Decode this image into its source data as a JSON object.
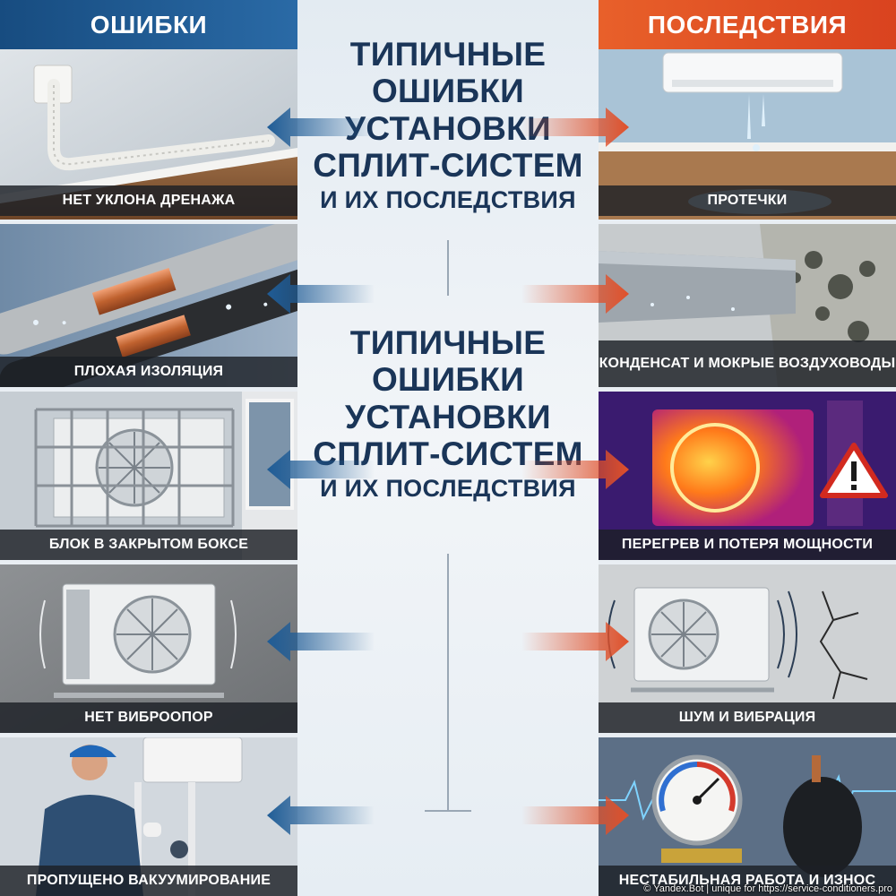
{
  "headers": {
    "left": "ОШИБКИ",
    "right": "ПОСЛЕДСТВИЯ"
  },
  "title_top": {
    "line1": "ТИПИЧНЫЕ",
    "line2": "ОШИБКИ",
    "line3": "УСТАНОВКИ",
    "line4": "СПЛИТ-СИСТЕМ",
    "line5": "И ИХ ПОСЛЕДСТВИЯ"
  },
  "title_middle": {
    "line1": "ТИПИЧНЫЕ",
    "line2": "ОШИБКИ",
    "line3": "УСТАНОВКИ",
    "line4": "СПЛИТ-СИСТЕМ",
    "line5": "И ИХ ПОСЛЕДСТВИЯ"
  },
  "errors": [
    "НЕТ УКЛОНА ДРЕНАЖА",
    "ПЛОХАЯ ИЗОЛЯЦИЯ",
    "БЛОК В ЗАКРЫТОМ БОКСЕ",
    "НЕТ ВИБРООПОР",
    "ПРОПУЩЕНО ВАКУУМИРОВАНИЕ"
  ],
  "consequences": [
    "ПРОТЕЧКИ",
    "КОНДЕНСАТ И МОКРЫЕ ВОЗДУХОВОДЫ",
    "ПЕРЕГРЕВ И ПОТЕРЯ МОЩНОСТИ",
    "ШУМ И ВИБРАЦИЯ",
    "НЕСТАБИЛЬНАЯ РАБОТА И ИЗНОС"
  ],
  "watermark": "© Yandex.Bot | unique for https://service-conditioners.pro",
  "colors": {
    "error_header": "#1f5c96",
    "consequence_header": "#e0502a",
    "title": "#1a3558",
    "arrow_blue": "#1f5c96",
    "arrow_orange": "#e0502a"
  },
  "icons": [
    "warning-triangle-icon",
    "pressure-gauge-icon",
    "fan-icon"
  ]
}
